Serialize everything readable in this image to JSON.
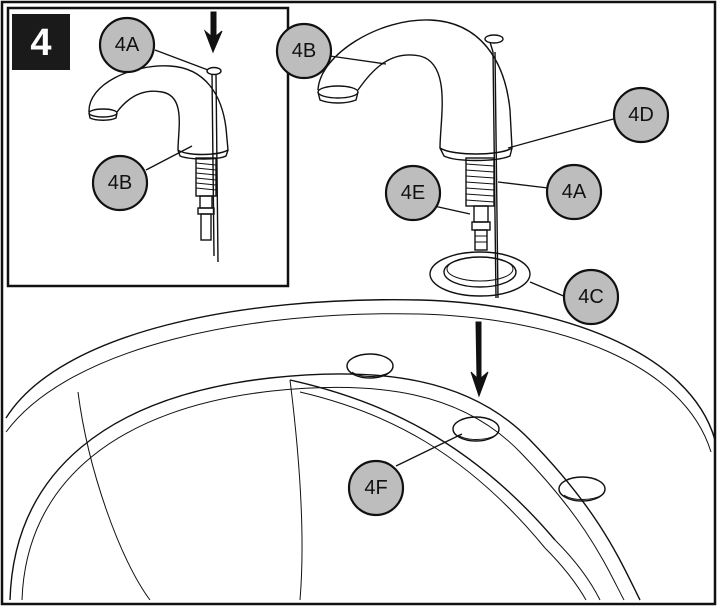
{
  "step": {
    "number": "4"
  },
  "callouts": {
    "inset_4A": "4A",
    "inset_4B": "4B",
    "main_4B": "4B",
    "main_4D": "4D",
    "main_4E": "4E",
    "main_4A": "4A",
    "main_4C": "4C",
    "main_4F": "4F"
  },
  "colors": {
    "line": "#111111",
    "callout_fill": "#bdbdbd",
    "step_box": "#1a1a1a",
    "background": "#ffffff"
  }
}
